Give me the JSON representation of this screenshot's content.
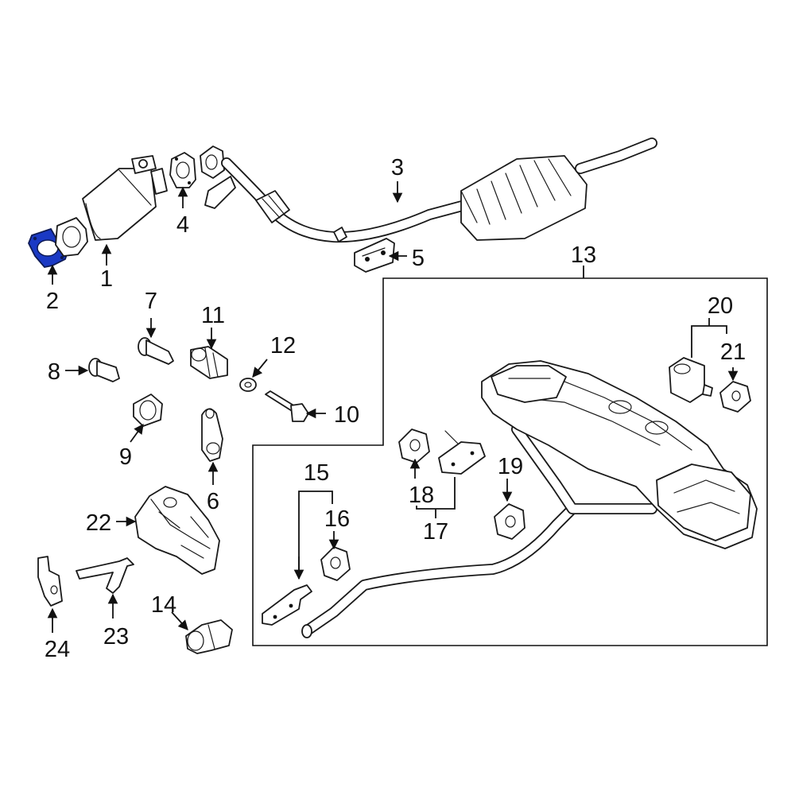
{
  "accent_color": "#1a39c4",
  "highlighted_part": "2",
  "callouts": {
    "c1": "1",
    "c2": "2",
    "c3": "3",
    "c4": "4",
    "c5": "5",
    "c6": "6",
    "c7": "7",
    "c8": "8",
    "c9": "9",
    "c10": "10",
    "c11": "11",
    "c12": "12",
    "c13": "13",
    "c14": "14",
    "c15": "15",
    "c16": "16",
    "c17": "17",
    "c18": "18",
    "c19": "19",
    "c20": "20",
    "c21": "21",
    "c22": "22",
    "c23": "23",
    "c24": "24"
  }
}
